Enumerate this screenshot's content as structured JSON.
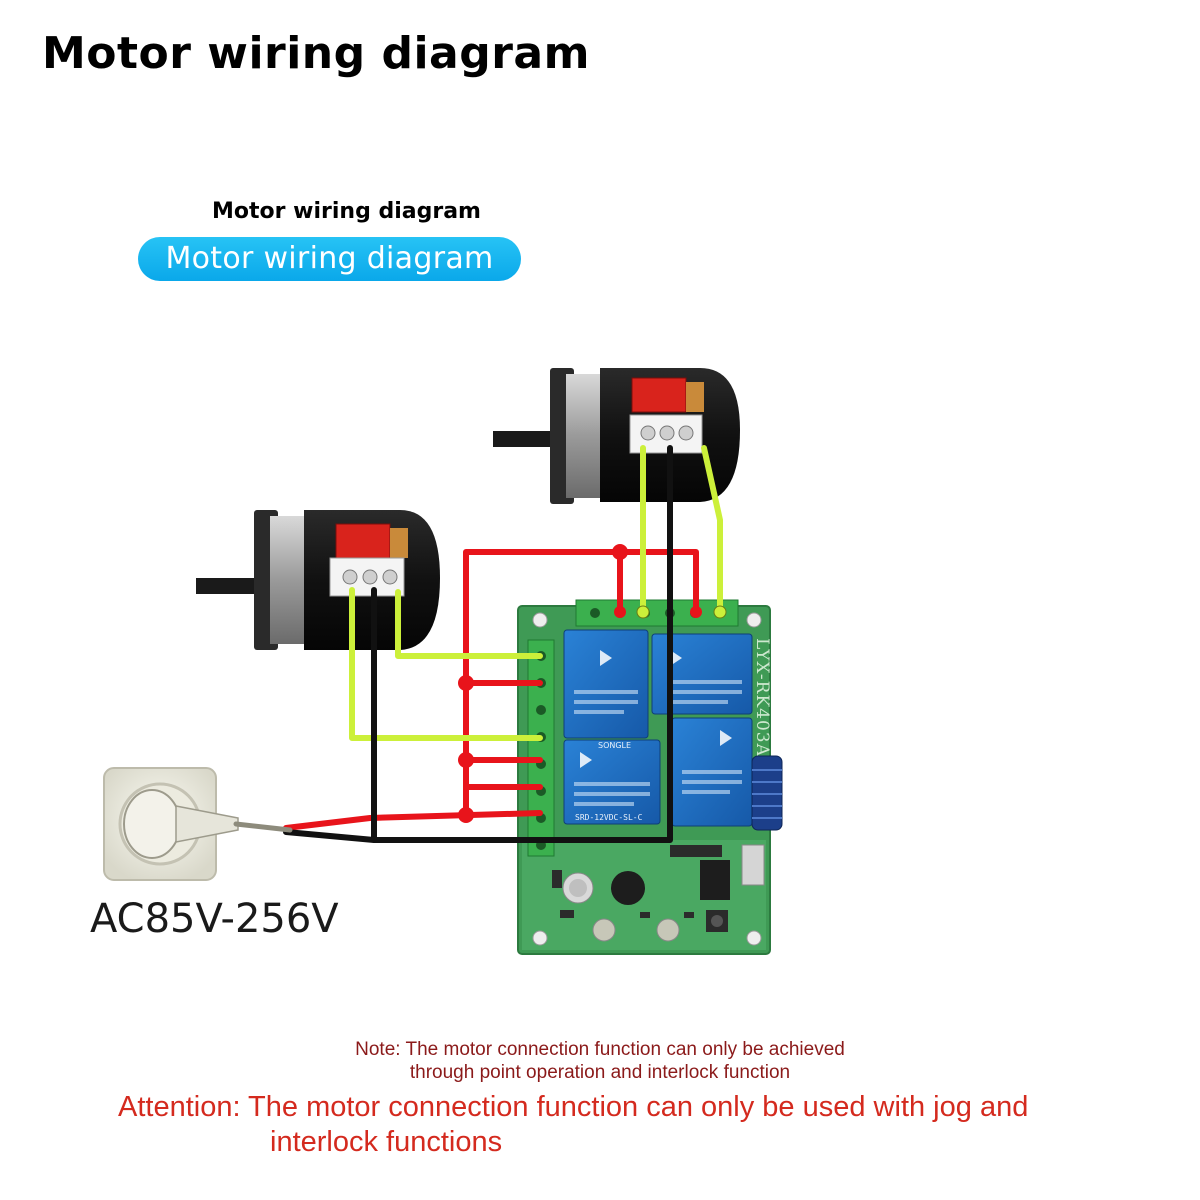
{
  "header": {
    "title": "Motor wiring diagram"
  },
  "section": {
    "subtitle": "Motor wiring diagram",
    "pill_label": "Motor wiring diagram"
  },
  "power": {
    "voltage_label": "AC85V-256V"
  },
  "board": {
    "model_label": "LYX-RK403A",
    "relay_label": "SONGLE",
    "relay_spec": "SRD-12VDC-SL-C"
  },
  "notes": {
    "note_line1": "Note: The motor connection function can only be achieved",
    "note_line2": "through point operation and interlock function",
    "attention_line1": "Attention: The motor connection function can only be used with jog and",
    "attention_line2": "interlock functions"
  },
  "colors": {
    "wire_red": "#e8141b",
    "wire_yellow": "#ccf03a",
    "wire_black": "#111111",
    "pcb_green": "#3f9a55",
    "terminal_green": "#3bb04e",
    "relay_blue": "#1f6fc2",
    "pill_blue": "#12b0ec",
    "note_red": "#8b1a1a",
    "attention_red": "#d42a1e"
  },
  "icons": [
    "motor-icon",
    "power-outlet-icon",
    "plug-icon",
    "relay-icon",
    "antenna-icon"
  ]
}
